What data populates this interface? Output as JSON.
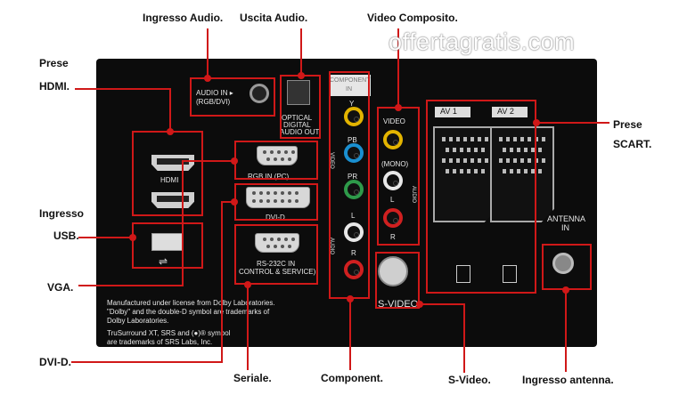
{
  "watermark": "offertagratis.com",
  "callouts": {
    "ingresso_audio": "Ingresso Audio.",
    "uscita_audio": "Uscita Audio.",
    "video_composito": "Video Composito.",
    "prese_hdmi_1": "Prese",
    "prese_hdmi_2": "HDMI.",
    "ingresso_usb_1": "Ingresso",
    "ingresso_usb_2": "USB.",
    "vga": "VGA.",
    "dvi_d": "DVI-D.",
    "seriale": "Seriale.",
    "component": "Component.",
    "s_video": "S-Video.",
    "ingresso_antenna": "Ingresso antenna.",
    "prese_scart_1": "Prese",
    "prese_scart_2": "SCART."
  },
  "panel": {
    "audio_in": "AUDIO IN ▸",
    "audio_in_sub": "(RGB/DVI)",
    "optical_1": "OPTICAL",
    "optical_2": "DIGITAL",
    "optical_3": "AUDIO OUT",
    "hdmi": "HDMI",
    "rgb_in": "RGB IN (PC)",
    "dvi_d": "DVI-D",
    "rs232_1": "RS-232C IN",
    "rs232_2": "CONTROL & SERVICE)",
    "component_1": "COMPONENT",
    "component_2": "IN",
    "y": "Y",
    "pb": "PB",
    "pr": "PR",
    "video_vert": "VIDEO",
    "audio_vert": "AUDIO",
    "l": "L",
    "r": "R",
    "video": "VIDEO",
    "mono": "(MONO)",
    "audio_vert2": "AUDIO",
    "av1": "AV 1",
    "av2": "AV 2",
    "antenna_1": "ANTENNA",
    "antenna_2": "IN",
    "s_video": "S-VIDEO",
    "dolby_1": "Manufactured under license from Dolby Laboratories.",
    "dolby_2": "\"Dolby\" and the double-D symbol are trademarks of",
    "dolby_3": "Dolby Laboratories.",
    "srs_1": "TruSurround XT, SRS and (●)® symbol",
    "srs_2": "are trademarks of SRS Labs, Inc."
  },
  "colors": {
    "accent": "#d01818",
    "panel": "#0c0c0c"
  }
}
